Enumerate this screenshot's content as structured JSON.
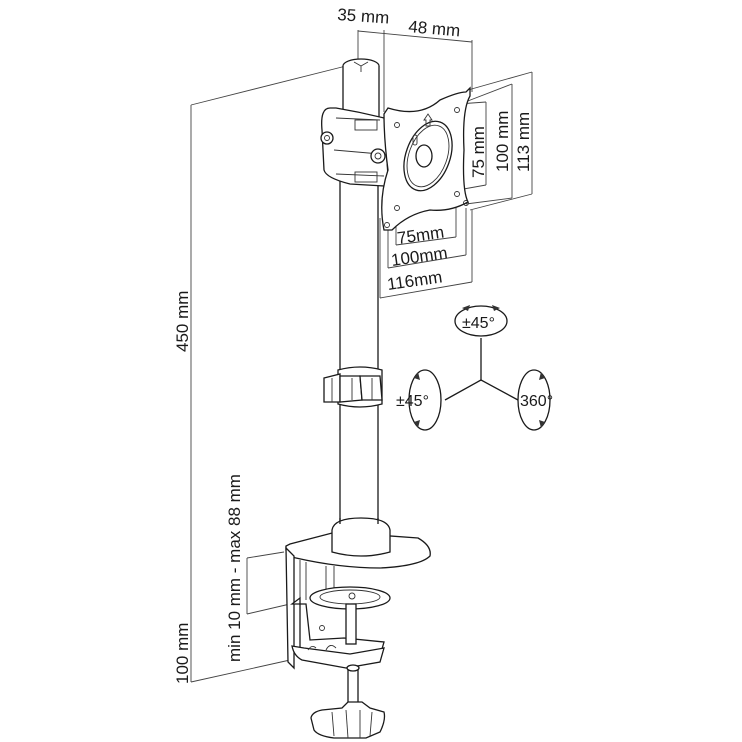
{
  "title": "Single monitor desk mount – technical dimension drawing",
  "dimensions": {
    "pole_diameter": "35 mm",
    "pole_to_plate": "48 mm",
    "vesa_h_75": "75mm",
    "vesa_h_100": "100mm",
    "plate_width": "116mm",
    "vesa_v_75": "75 mm",
    "vesa_v_100": "100 mm",
    "plate_height": "113 mm",
    "pole_height": "450 mm",
    "clamp_height": "100 mm",
    "desk_thickness": "min 10 mm - max 88 mm"
  },
  "rotation": {
    "tilt": "±45°",
    "swivel": "±45°",
    "rotate": "360°"
  },
  "colors": {
    "line": "#1a1a1a",
    "background": "#ffffff"
  }
}
